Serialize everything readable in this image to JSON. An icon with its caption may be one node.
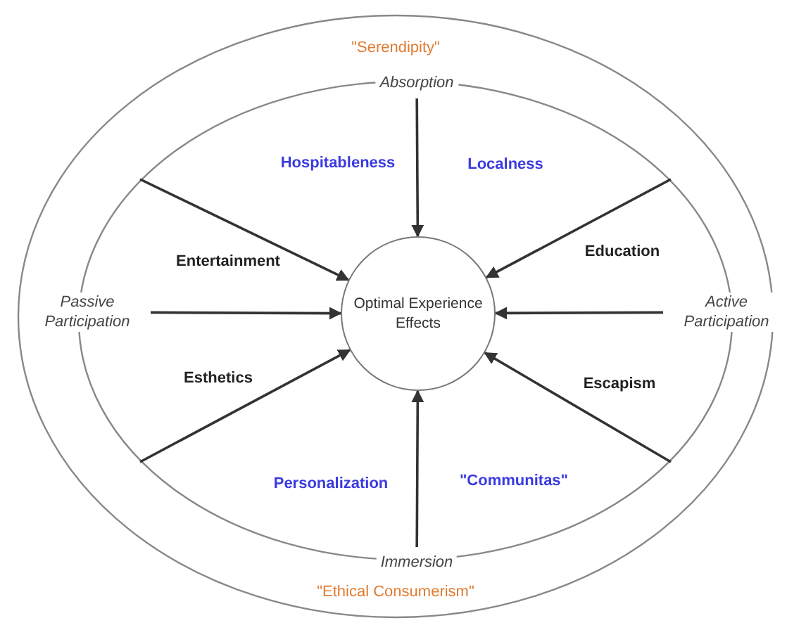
{
  "diagram": {
    "nodes": [
      {
        "text": [
          "\"Serendipity\"",
          "\"Ethical Consumerism\""
        ]
      },
      {
        "text": [],
        "shape": "ellipse",
        "in": 0
      },
      {
        "text": [
          "Absorption"
        ],
        "in": 0
      },
      {
        "text": [
          "Passive Participation"
        ],
        "in": 0
      },
      {
        "text": [
          "Active Participation"
        ],
        "in": 0
      },
      {
        "text": [
          "Immersion"
        ],
        "in": 0
      },
      {
        "text": [
          "Optimal Experience Effects"
        ],
        "in": 1
      }
    ],
    "edges": [
      {
        "from": 2,
        "to": 6,
        "arrow": "to"
      },
      {
        "from": 1,
        "to": 6,
        "arrow": "to"
      },
      {
        "from": 1,
        "to": 6,
        "arrow": "to"
      },
      {
        "from": 3,
        "to": 6,
        "arrow": "to"
      },
      {
        "from": 4,
        "to": 6,
        "arrow": "to"
      },
      {
        "from": 1,
        "to": 6,
        "arrow": "to"
      },
      {
        "from": 1,
        "to": 6,
        "arrow": "to"
      },
      {
        "from": 5,
        "to": 6,
        "arrow": "to"
      }
    ],
    "labels": [
      "Hospitableness",
      "Localness",
      "Entertainment",
      "Education",
      "Esthetics",
      "Escapism",
      "Personalization",
      "\"Communitas\""
    ]
  }
}
